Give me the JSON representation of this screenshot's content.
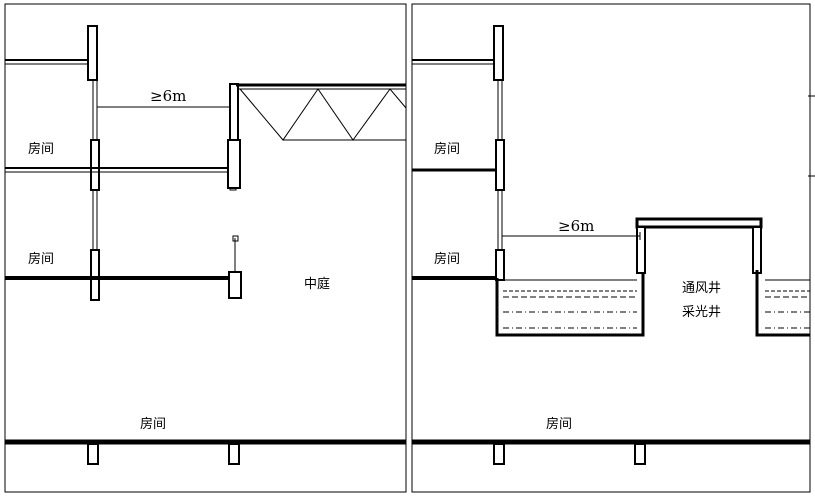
{
  "left_panel": {
    "dimension": "≥6m",
    "room_top": "房间",
    "room_middle": "房间",
    "room_bottom": "房间",
    "courtyard": "中庭"
  },
  "right_panel": {
    "dimension": "≥6m",
    "room_top": "房间",
    "room_middle": "房间",
    "room_bottom": "房间",
    "shaft_line1": "通风井",
    "shaft_line2": "采光井"
  }
}
